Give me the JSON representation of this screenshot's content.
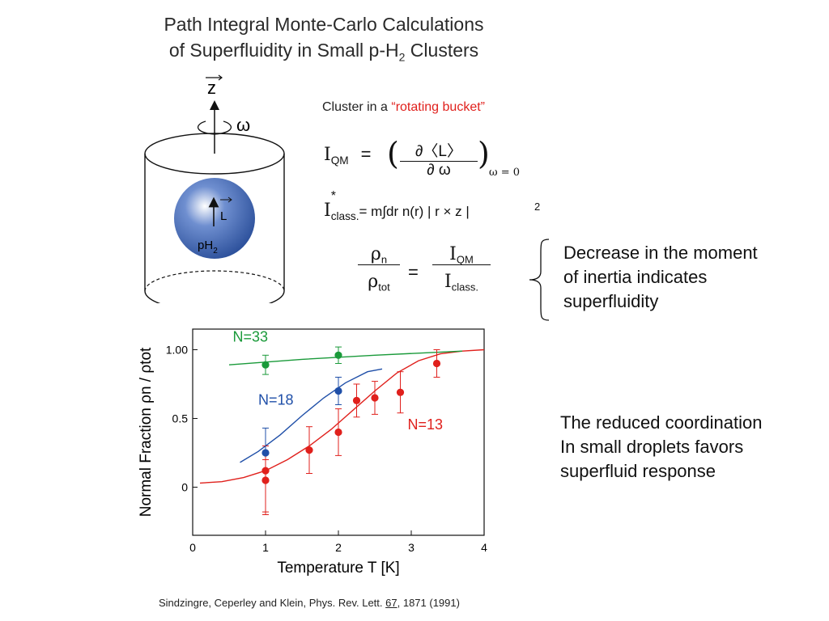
{
  "title": {
    "line1": "Path Integral Monte-Carlo Calculations",
    "line2_pre": "of Superfluidity in Small p-H",
    "line2_sub": "2",
    "line2_post": " Clusters"
  },
  "bucket": {
    "axis_label": "z",
    "omega": "ω",
    "droplet_L": "L",
    "droplet_label": "pH",
    "droplet_sub": "2",
    "caption_pre": "Cluster in a ",
    "caption_quote": "“rotating bucket”"
  },
  "equations": {
    "iqm_symbol": "I",
    "iqm_sub": "QM",
    "iqm_rhs_top": "∂〈L〉",
    "iqm_rhs_bottom": "∂  ω",
    "iqm_cond": "ω = 0",
    "iclass_symbol": "I",
    "iclass_star": "*",
    "iclass_sub": "class.",
    "iclass_rhs": "= m∫dr n(r) | r × z |",
    "iclass_power": "2",
    "ratio_num": "ρ",
    "ratio_num_sub": "n",
    "ratio_den": "ρ",
    "ratio_den_sub": "tot",
    "ratio_rhs_num": "I",
    "ratio_rhs_num_sub": "QM",
    "ratio_rhs_den": "I",
    "ratio_rhs_den_sub": "class."
  },
  "notes": {
    "moment_lines": [
      "Decrease in the moment",
      "of inertia indicates",
      "superfluidity"
    ],
    "coordination_lines": [
      "The reduced coordination",
      "In small droplets favors",
      "superfluid response"
    ]
  },
  "reference": {
    "pre": "Sindzingre, Ceperley and Klein, Phys. Rev. Lett. ",
    "volume": "67",
    "post": ", 1871 (1991)"
  },
  "colors": {
    "n13": "#e0201c",
    "n18": "#1f4fa8",
    "n33": "#1a9a3a",
    "droplet": "#2b4f9a"
  },
  "chart_data": {
    "type": "scatter",
    "xlabel": "Temperature T [K]",
    "ylabel": "Normal Fraction ρn / ρtot",
    "xlim": [
      0,
      4
    ],
    "ylim": [
      -0.35,
      1.15
    ],
    "x_ticks": [
      "0",
      "1",
      "2",
      "3",
      "4"
    ],
    "y_ticks": [
      {
        "value": 0,
        "label": "0"
      },
      {
        "value": 0.5,
        "label": "0.5"
      },
      {
        "value": 1,
        "label": "1.00"
      }
    ],
    "series": [
      {
        "name": "N=13",
        "color": "#e0201c",
        "points": [
          {
            "x": 1.0,
            "y": 0.12,
            "err_lo": 0.3,
            "err_hi": 0.08
          },
          {
            "x": 1.0,
            "y": 0.05,
            "err_lo": 0.25,
            "err_hi": 0.25
          },
          {
            "x": 1.6,
            "y": 0.27,
            "err_lo": 0.17,
            "err_hi": 0.17
          },
          {
            "x": 2.0,
            "y": 0.4,
            "err_lo": 0.17,
            "err_hi": 0.17
          },
          {
            "x": 2.25,
            "y": 0.63,
            "err_lo": 0.12,
            "err_hi": 0.12
          },
          {
            "x": 2.5,
            "y": 0.65,
            "err_lo": 0.12,
            "err_hi": 0.12
          },
          {
            "x": 2.85,
            "y": 0.69,
            "err_lo": 0.15,
            "err_hi": 0.15
          },
          {
            "x": 3.35,
            "y": 0.9,
            "err_lo": 0.1,
            "err_hi": 0.1
          }
        ],
        "curve": [
          {
            "x": 0.1,
            "y": 0.03
          },
          {
            "x": 0.4,
            "y": 0.04
          },
          {
            "x": 0.7,
            "y": 0.07
          },
          {
            "x": 1.0,
            "y": 0.12
          },
          {
            "x": 1.3,
            "y": 0.2
          },
          {
            "x": 1.6,
            "y": 0.3
          },
          {
            "x": 1.9,
            "y": 0.42
          },
          {
            "x": 2.2,
            "y": 0.56
          },
          {
            "x": 2.5,
            "y": 0.7
          },
          {
            "x": 2.8,
            "y": 0.83
          },
          {
            "x": 3.1,
            "y": 0.92
          },
          {
            "x": 3.4,
            "y": 0.97
          },
          {
            "x": 3.7,
            "y": 0.99
          },
          {
            "x": 4.0,
            "y": 1.0
          }
        ]
      },
      {
        "name": "N=18",
        "color": "#1f4fa8",
        "points": [
          {
            "x": 1.0,
            "y": 0.25,
            "err_lo": 0.0,
            "err_hi": 0.18
          },
          {
            "x": 2.0,
            "y": 0.7,
            "err_lo": 0.1,
            "err_hi": 0.1
          }
        ],
        "curve": [
          {
            "x": 0.65,
            "y": 0.18
          },
          {
            "x": 0.9,
            "y": 0.26
          },
          {
            "x": 1.2,
            "y": 0.38
          },
          {
            "x": 1.5,
            "y": 0.52
          },
          {
            "x": 1.8,
            "y": 0.65
          },
          {
            "x": 2.1,
            "y": 0.76
          },
          {
            "x": 2.4,
            "y": 0.84
          },
          {
            "x": 2.6,
            "y": 0.86
          }
        ]
      },
      {
        "name": "N=33",
        "color": "#1a9a3a",
        "points": [
          {
            "x": 1.0,
            "y": 0.89,
            "err_lo": 0.07,
            "err_hi": 0.07
          },
          {
            "x": 2.0,
            "y": 0.96,
            "err_lo": 0.06,
            "err_hi": 0.06
          }
        ],
        "curve": [
          {
            "x": 0.5,
            "y": 0.89
          },
          {
            "x": 1.5,
            "y": 0.93
          },
          {
            "x": 2.5,
            "y": 0.96
          },
          {
            "x": 3.7,
            "y": 0.99
          }
        ]
      }
    ],
    "annotations": [
      {
        "text": "N=33",
        "x": 0.55,
        "y": 1.06,
        "series": "N=33"
      },
      {
        "text": "N=18",
        "x": 0.9,
        "y": 0.6,
        "series": "N=18"
      },
      {
        "text": "N=13",
        "x": 2.95,
        "y": 0.42,
        "series": "N=13"
      }
    ]
  }
}
